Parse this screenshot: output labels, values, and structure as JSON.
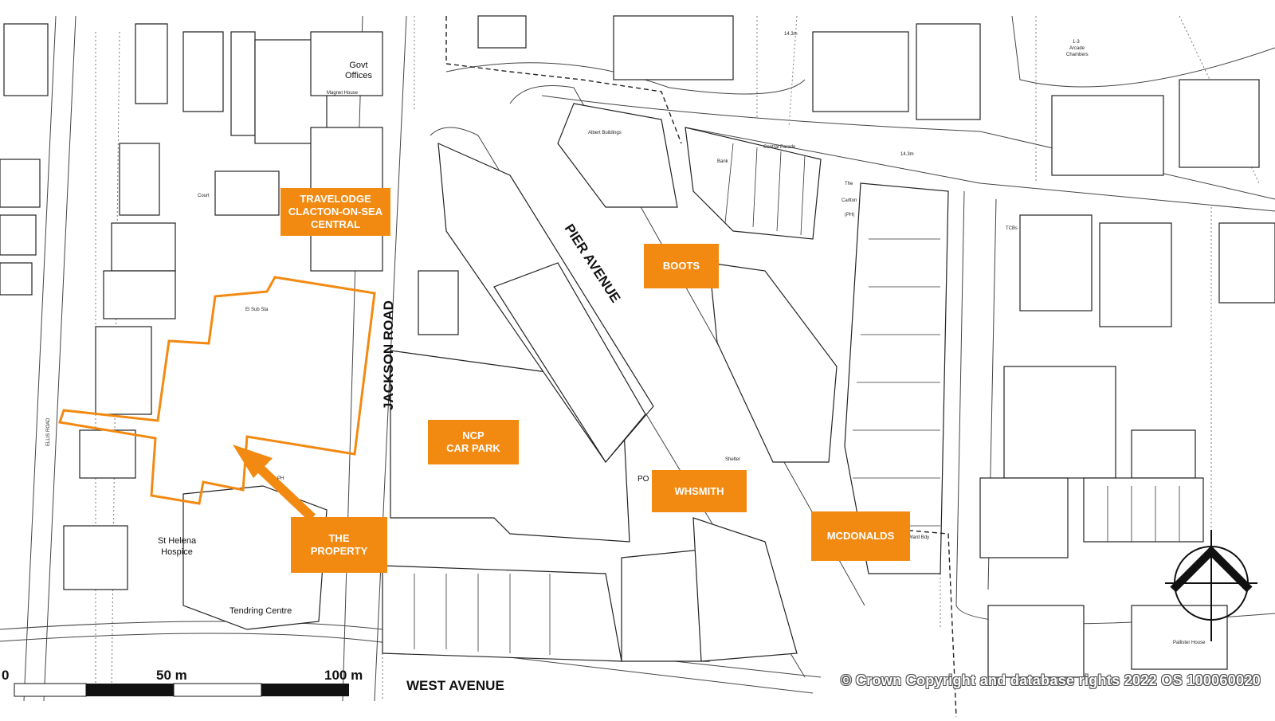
{
  "map": {
    "streets": {
      "pier_avenue": "PIER AVENUE",
      "jackson_road": "JACKSON ROAD",
      "west_avenue": "WEST AVENUE"
    },
    "places": {
      "govt_offices": "Govt\nOffices",
      "magnet_house": "Magnet House",
      "st_helena": "St Helena\nHospice",
      "tendring_centre": "Tendring Centre",
      "albert_buildings": "Albert Buildings",
      "central_parade": "Central Parade",
      "the_carlton": "The\nCarlton\n(PH)",
      "bank": "Bank",
      "el_sub_sta": "El Sub Sta",
      "court": "Court",
      "shelter": "Shelter",
      "ward_bdy": "Ward Bdy",
      "arcade": "1-3\nArcade\nChambers",
      "pallister_house": "Pallister House",
      "tcbs": "TCBs",
      "height_1": "14.3m",
      "height_2": "14.3m",
      "ellis_road": "ELLIS ROAD",
      "po": "PO",
      "ph": "PH"
    },
    "colors": {
      "accent": "#f28a12",
      "building_line": "#222222",
      "property_outline": "#f28a12"
    }
  },
  "callouts": {
    "travelodge": "TRAVELODGE\nCLACTON-ON-SEA\nCENTRAL",
    "boots": "BOOTS",
    "ncp": "NCP\nCAR PARK",
    "whsmith": "WHSMITH",
    "mcdonalds": "MCDONALDS",
    "property": "THE\nPROPERTY"
  },
  "scale_bar": {
    "label_0": "0",
    "label_50": "50 m",
    "label_100": "100 m"
  },
  "north_arrow_icon": "north-arrow-icon",
  "copyright": "© Crown Copyright and database rights 2022 OS 100060020"
}
